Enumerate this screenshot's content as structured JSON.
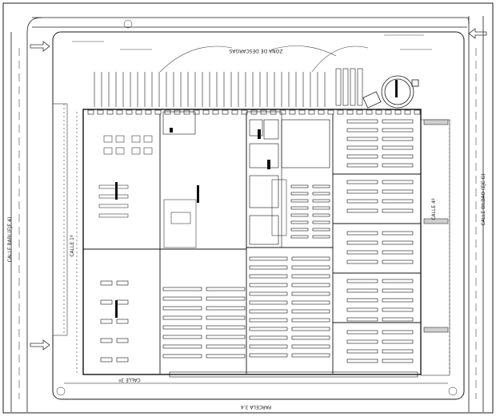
{
  "labels": {
    "zona_descargas": "ZONA DE DESCARGAS",
    "calle_left": "CALLE BARI (EJE 4)",
    "calle_right": "CALLE BILBAO (EJE G)",
    "calle_inner_left": "CALLE 1º",
    "calle_inner_right": "CALLE 4º",
    "calle_bottom": "CALLE 3º",
    "parcela": "PARCELA 3.4"
  },
  "colors": {
    "line": "#1a1a1a",
    "equipment": "#111111",
    "background": "#ffffff"
  }
}
